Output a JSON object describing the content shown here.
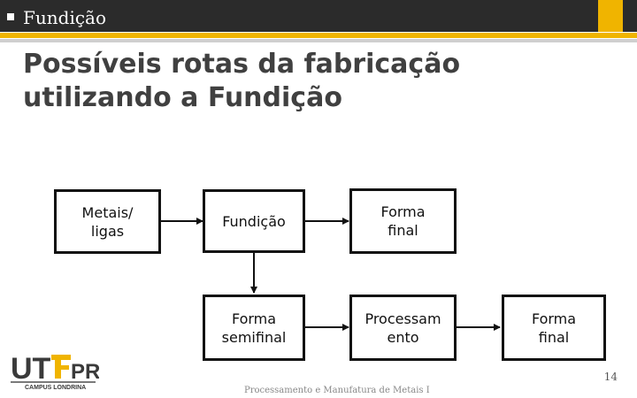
{
  "header": {
    "section": "Fundição"
  },
  "title": {
    "line1": "Possíveis rotas da fabricação",
    "line2": "utilizando a Fundição"
  },
  "flow": {
    "metais": {
      "line1": "Metais/",
      "line2": "ligas"
    },
    "fundicao": {
      "line1": "Fundição"
    },
    "forma_final_top": {
      "line1": "Forma",
      "line2": "final"
    },
    "forma_semifinal": {
      "line1": "Forma",
      "line2": "semifinal"
    },
    "processamento": {
      "line1": "Processam",
      "line2": "ento"
    },
    "forma_final_bottom": {
      "line1": "Forma",
      "line2": "final"
    }
  },
  "logo": {
    "brand": "UTFPR",
    "campus": "CAMPUS LONDRINA"
  },
  "footer": {
    "course": "Processamento e Manufatura de Metais I",
    "page": "14"
  },
  "colors": {
    "header_bg": "#2b2b2b",
    "accent": "#f0b400",
    "title_text": "#404040",
    "box_border": "#111111"
  }
}
